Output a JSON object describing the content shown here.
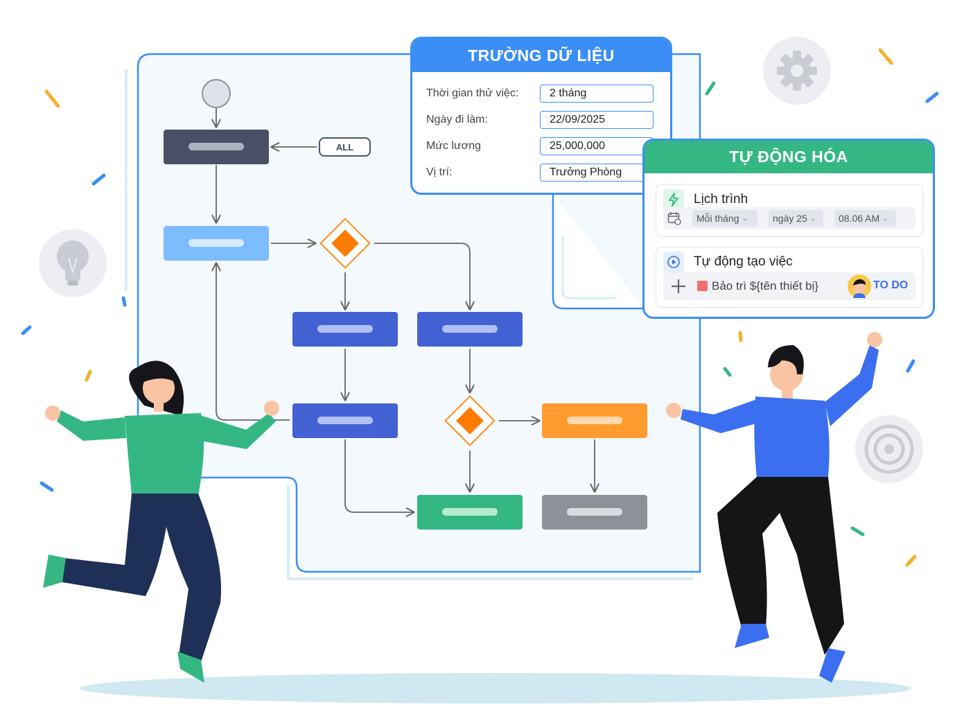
{
  "fields_panel": {
    "title": "TRƯỜNG DỮ LIỆU",
    "rows": [
      {
        "label": "Thời gian thử việc:",
        "value": "2 tháng"
      },
      {
        "label": "Ngày đi làm:",
        "value": "22/09/2025"
      },
      {
        "label": "Mức lương",
        "value": "25,000,000"
      },
      {
        "label": "Vị trí:",
        "value": "Trưởng Phòng"
      }
    ]
  },
  "automation_panel": {
    "title": "TỰ ĐỘNG HÓA",
    "schedule": {
      "title": "Lịch trình",
      "frequency": "Mỗi tháng",
      "day": "ngày 25",
      "time": "08.06 AM"
    },
    "task": {
      "title": "Tự động tạo việc",
      "task_name": "Bảo trì ${tên thiết bị}",
      "status": "TO DO"
    }
  },
  "flowchart": {
    "all_label": "ALL"
  },
  "colors": {
    "blue": "#3a8ef5",
    "green": "#35b784",
    "orange": "#ff8c1a",
    "navy": "#475066",
    "indigo": "#4262d3",
    "light_blue": "#7dbcff",
    "gray": "#8e9198"
  },
  "icons": [
    "gear-icon",
    "lightbulb-icon",
    "target-icon",
    "lightning-icon",
    "calendar-icon",
    "play-icon",
    "plus-icon",
    "avatar-icon"
  ]
}
